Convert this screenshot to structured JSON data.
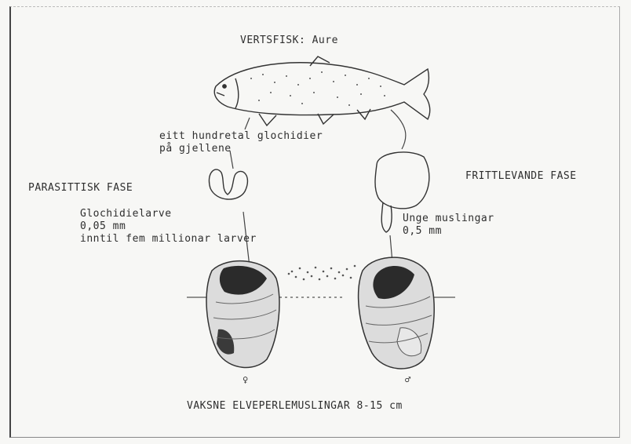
{
  "host_fish_title": "VERTSFISK: Aure",
  "gills_note": [
    "eitt hundretal glochidier",
    "på gjellene"
  ],
  "parasitic_phase": "PARASITTISK FASE",
  "free_living_phase": "FRITTLEVANDE FASE",
  "larva": {
    "name": "Glochidielarve",
    "size": "0,05 mm",
    "count": "inntil fem millionar larver"
  },
  "juvenile": {
    "name": "Unge muslingar",
    "size": "0,5 mm"
  },
  "female_symbol": "♀",
  "male_symbol": "♂",
  "adults_caption": "VAKSNE ELVEPERLEMUSLINGAR 8-15 cm"
}
